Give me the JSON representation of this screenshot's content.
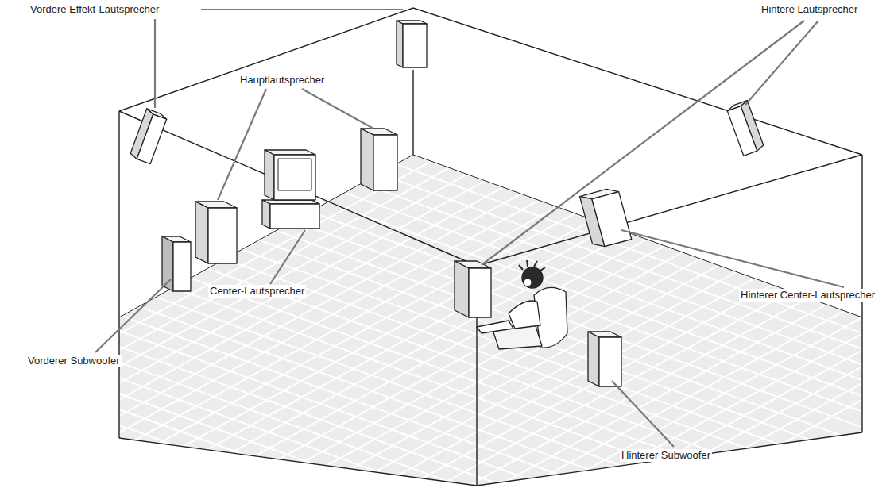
{
  "diagram": {
    "labels": [
      "Vordere Effekt-Lautsprecher",
      "Hintere Lautsprecher",
      "Hauptlautsprecher",
      "Center-Lautsprecher",
      "Vorderer Subwoofer",
      "Hinterer Center-Lautsprecher",
      "Hinterer Subwoofer"
    ]
  }
}
